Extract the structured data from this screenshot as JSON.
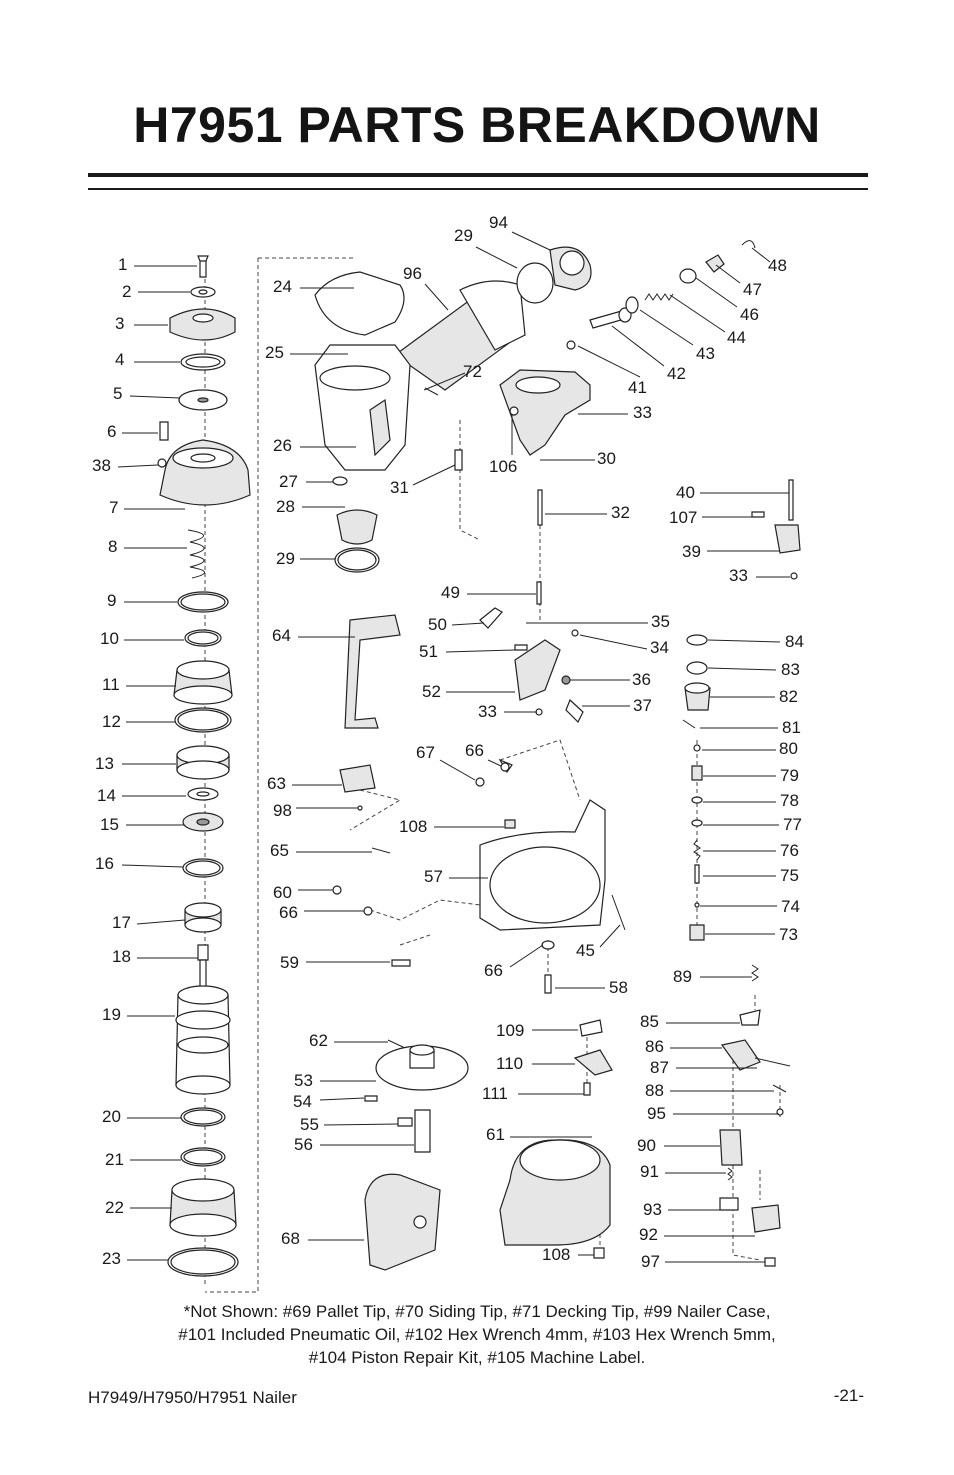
{
  "page": {
    "title": "H7951 PARTS BREAKDOWN",
    "note_lines": [
      "*Not Shown: #69 Pallet Tip, #70 Siding Tip, #71 Decking Tip, #99 Nailer Case,",
      "#101 Included Pneumatic Oil, #102 Hex Wrench 4mm, #103 Hex Wrench 5mm,",
      "#104 Piston Repair Kit, #105 Machine Label."
    ],
    "footer_left": "H7949/H7950/H7951 Nailer",
    "footer_right": "-21-"
  },
  "callouts": [
    "1",
    "2",
    "3",
    "4",
    "5",
    "6",
    "38",
    "7",
    "8",
    "9",
    "10",
    "11",
    "12",
    "13",
    "14",
    "15",
    "16",
    "17",
    "18",
    "19",
    "20",
    "21",
    "22",
    "23",
    "24",
    "25",
    "26",
    "27",
    "28",
    "29",
    "96",
    "29",
    "94",
    "72",
    "31",
    "106",
    "30",
    "32",
    "41",
    "42",
    "43",
    "44",
    "46",
    "47",
    "48",
    "33",
    "40",
    "107",
    "39",
    "33",
    "49",
    "50",
    "51",
    "52",
    "33",
    "35",
    "34",
    "36",
    "37",
    "64",
    "63",
    "98",
    "65",
    "67",
    "66",
    "108",
    "57",
    "60",
    "66",
    "59",
    "66",
    "45",
    "58",
    "84",
    "83",
    "82",
    "81",
    "80",
    "79",
    "78",
    "77",
    "76",
    "75",
    "74",
    "73",
    "62",
    "53",
    "54",
    "55",
    "56",
    "68",
    "109",
    "110",
    "111",
    "61",
    "108",
    "89",
    "85",
    "86",
    "87",
    "88",
    "95",
    "90",
    "91",
    "93",
    "92",
    "97"
  ]
}
